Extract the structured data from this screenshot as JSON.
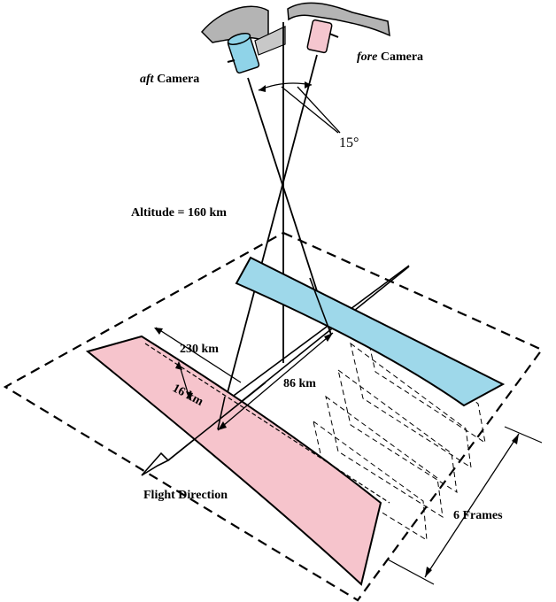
{
  "colors": {
    "fore_footprint": "#f6c4cc",
    "aft_footprint": "#9ed8ea",
    "fore_camera_body": "#f5c6cf",
    "aft_camera_body": "#8fd3e8",
    "solar_panel": "#b4b4b4",
    "ink": "#000000",
    "background": "#ffffff"
  },
  "labels": {
    "aft_camera_prefix": "aft",
    "aft_camera_suffix": " Camera",
    "fore_camera_prefix": "fore",
    "fore_camera_suffix": " Camera",
    "angle": "15°",
    "altitude": "Altitude = 160 km",
    "width_230": "230 km",
    "width_16": "16 km",
    "dist_86": "86 km",
    "flight_direction": "Flight Direction",
    "frames": "6 Frames"
  },
  "icons": {
    "aft_camera": "aft-camera-icon",
    "fore_camera": "fore-camera-icon",
    "flight_arrow": "arrowhead-icon"
  }
}
